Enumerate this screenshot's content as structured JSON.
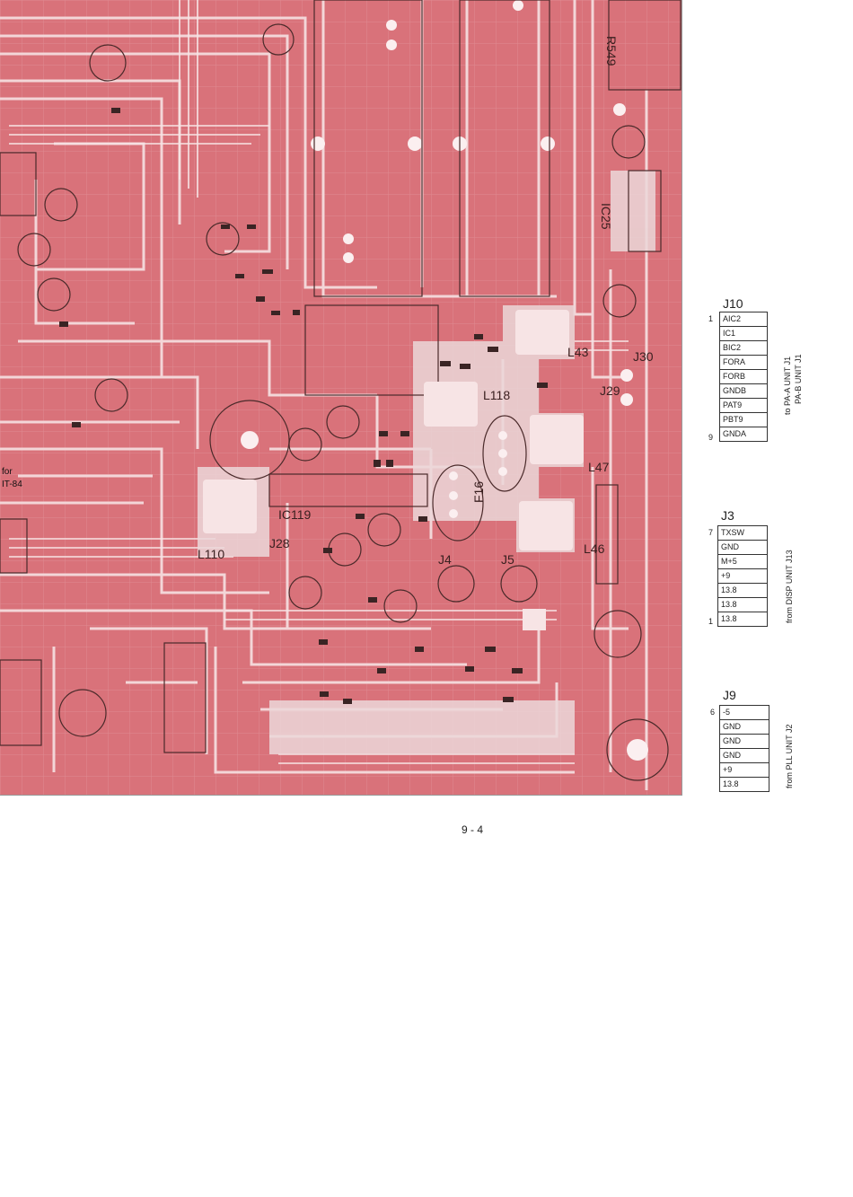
{
  "board": {
    "pcb_color": "#d9727a",
    "trace_color": "#f3d6d8",
    "component_labels": [
      "R549",
      "IC25",
      "J30",
      "L43",
      "J29",
      "L118",
      "L47",
      "F16",
      "IC119",
      "L110",
      "J28",
      "J4",
      "J5",
      "L46"
    ],
    "left_notes": [
      "for",
      "IT-84"
    ]
  },
  "connectors": {
    "j10": {
      "title": "J10",
      "first_pin": "1",
      "last_pin": "9",
      "pins": [
        "AIC2",
        "IC1",
        "BIC2",
        "FORA",
        "FORB",
        "GNDB",
        "PAT9",
        "PBT9",
        "GNDA"
      ],
      "note_line1": "to PA-A UNIT J1",
      "note_line2": "PA-B UNIT J1"
    },
    "j3": {
      "title": "J3",
      "first_pin": "7",
      "last_pin": "1",
      "pins": [
        "TXSW",
        "GND",
        "M+5",
        "+9",
        "13.8",
        "13.8",
        "13.8"
      ],
      "note": "from DISP UNIT J13"
    },
    "j9": {
      "title": "J9",
      "first_pin": "6",
      "pins": [
        "-5",
        "GND",
        "GND",
        "GND",
        "+9",
        "13.8"
      ],
      "note": "from PLL UNIT J2"
    }
  },
  "footer": {
    "page_number": "9 - 4"
  }
}
